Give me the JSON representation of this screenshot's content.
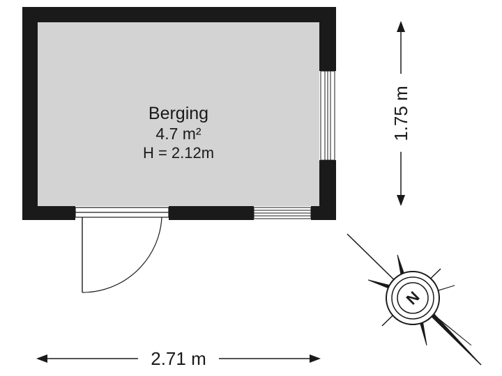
{
  "room": {
    "name": "Berging",
    "area": "4.7 m²",
    "height": "H = 2.12m"
  },
  "dimensions": {
    "width": "2.71 m",
    "depth": "1.75 m"
  },
  "compass": {
    "letter": "N"
  },
  "colors": {
    "wall": "#1a1a1a",
    "floor": "#d3d3d3",
    "line": "#1a1a1a"
  }
}
